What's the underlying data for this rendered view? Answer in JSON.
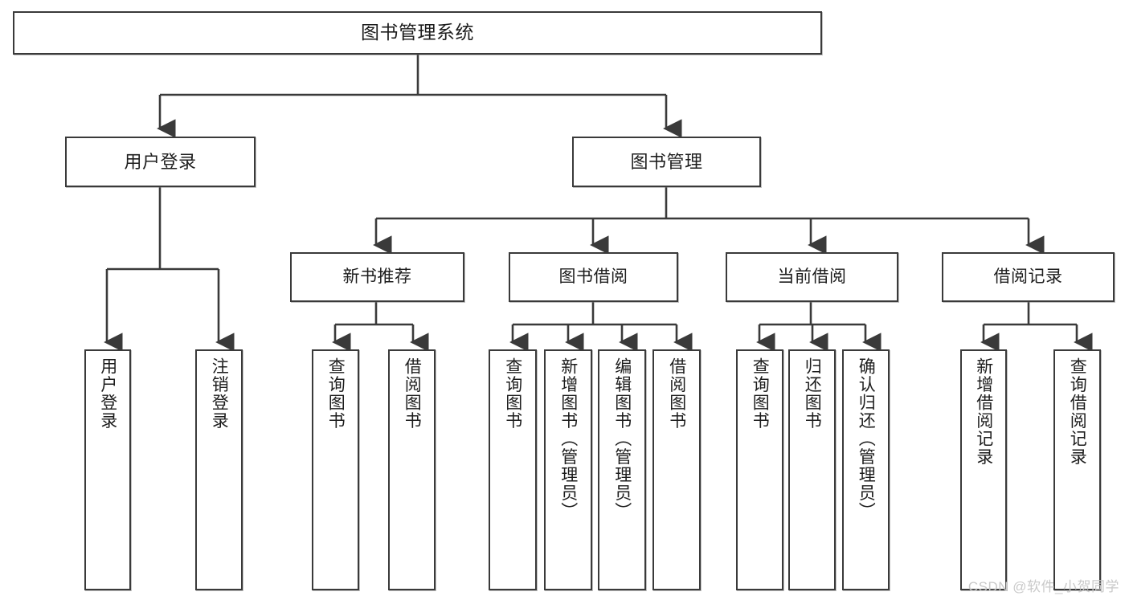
{
  "diagram": {
    "title": "图书管理系统",
    "type": "tree-hierarchy-chart",
    "orientation": "top-down",
    "colors": {
      "background": "#ffffff",
      "node_border": "#3a3a3a",
      "node_fill": "#ffffff",
      "edge": "#3a3a3a",
      "text": "#1d1d1d",
      "watermark": "#c9c9c9"
    },
    "watermark": "CSDN @软件_小贺同学"
  },
  "nodes": {
    "root": {
      "label": "图书管理系统"
    },
    "level1": [
      {
        "id": "user-login",
        "label": "用户登录"
      },
      {
        "id": "book-manage",
        "label": "图书管理"
      }
    ],
    "level2": [
      {
        "id": "new-book-recommend",
        "label": "新书推荐"
      },
      {
        "id": "book-borrow",
        "label": "图书借阅"
      },
      {
        "id": "current-borrow",
        "label": "当前借阅"
      },
      {
        "id": "borrow-record",
        "label": "借阅记录"
      }
    ],
    "leaves": {
      "user-login": [
        {
          "id": "leaf-user-login",
          "label": "用户登录"
        },
        {
          "id": "leaf-user-logout",
          "label": "注销登录"
        }
      ],
      "new-book-recommend": [
        {
          "id": "leaf-query-book-1",
          "label": "查询图书"
        },
        {
          "id": "leaf-borrow-book-1",
          "label": "借阅图书"
        }
      ],
      "book-borrow": [
        {
          "id": "leaf-query-book-2",
          "label": "查询图书"
        },
        {
          "id": "leaf-add-book",
          "label": "新增图书（管理员）"
        },
        {
          "id": "leaf-edit-book",
          "label": "编辑图书（管理员）"
        },
        {
          "id": "leaf-borrow-book-2",
          "label": "借阅图书"
        }
      ],
      "current-borrow": [
        {
          "id": "leaf-query-book-3",
          "label": "查询图书"
        },
        {
          "id": "leaf-return-book",
          "label": "归还图书"
        },
        {
          "id": "leaf-confirm-return",
          "label": "确认归还（管理员）"
        }
      ],
      "borrow-record": [
        {
          "id": "leaf-add-record",
          "label": "新增借阅记录"
        },
        {
          "id": "leaf-query-record",
          "label": "查询借阅记录"
        }
      ]
    }
  }
}
